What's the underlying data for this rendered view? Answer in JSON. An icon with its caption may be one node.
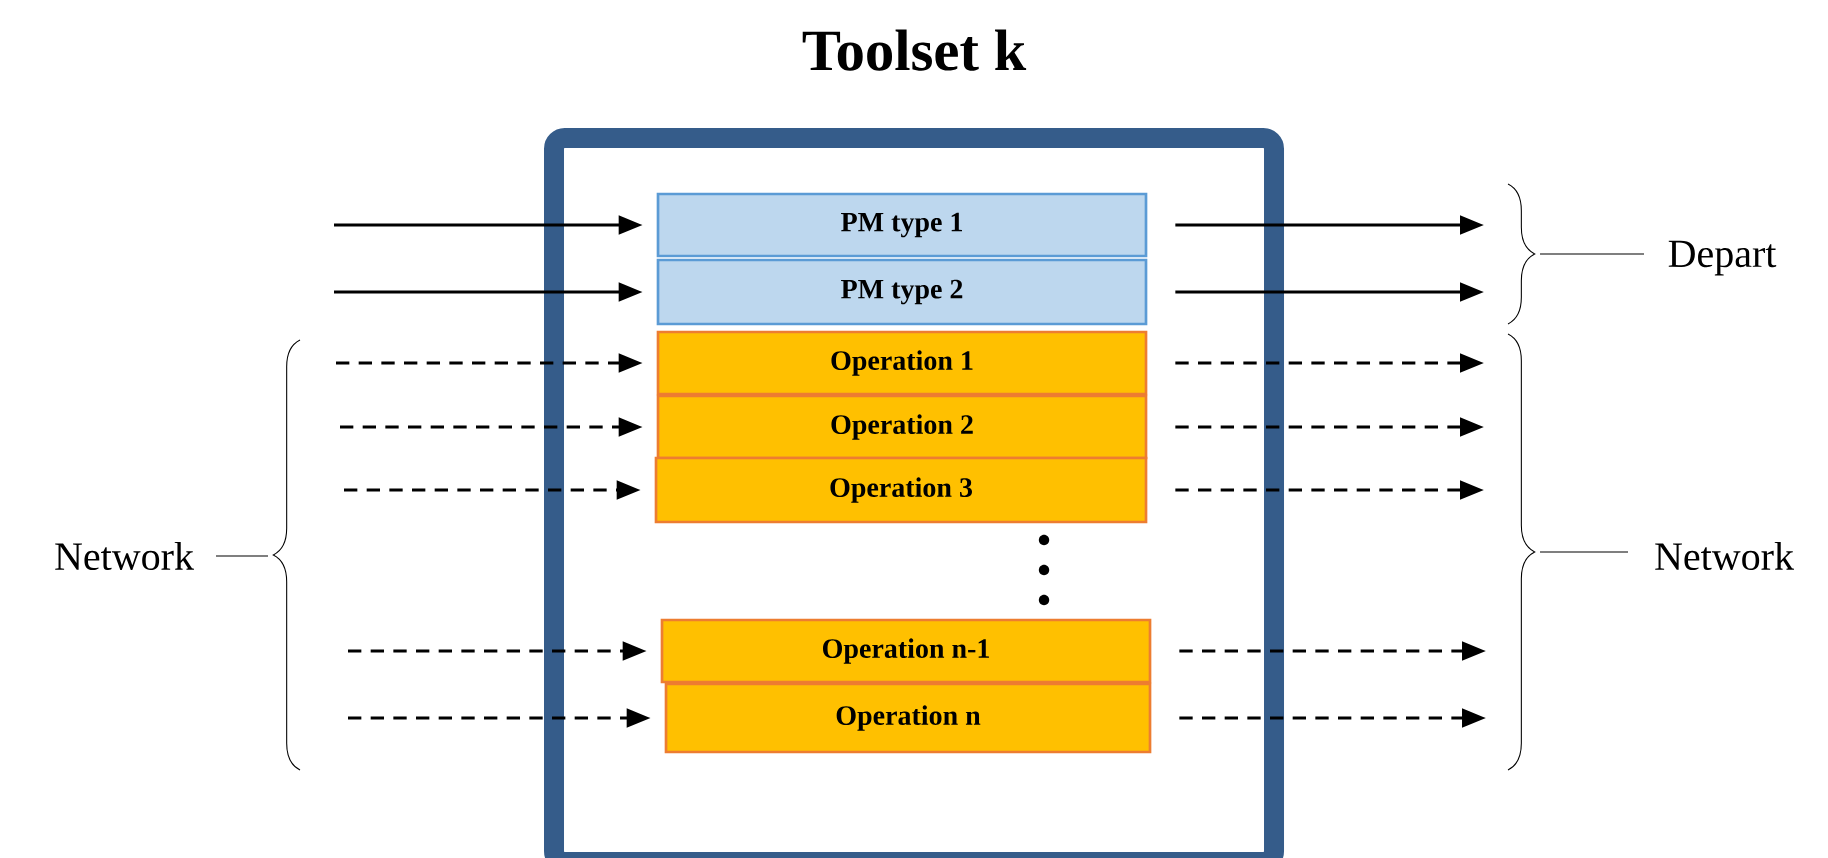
{
  "diagram": {
    "nodes": [
      {
        "text": [
          "Toolset k"
        ]
      },
      {
        "text": [
          "PM type 1"
        ],
        "in": 0
      },
      {
        "text": [
          "PM type 2"
        ],
        "in": 0
      },
      {
        "text": [
          "Operation 1"
        ],
        "in": 0
      },
      {
        "text": [
          "Operation 2"
        ],
        "in": 0
      },
      {
        "text": [
          "Operation 3"
        ],
        "in": 0
      },
      {
        "text": [
          "Operation n-1"
        ],
        "in": 0
      },
      {
        "text": [
          "Operation n"
        ],
        "in": 0
      }
    ],
    "edges": [
      {
        "from": null,
        "to": 1,
        "arrow": "to"
      },
      {
        "from": 1,
        "to": null,
        "arrow": "to"
      },
      {
        "from": null,
        "to": 2,
        "arrow": "to"
      },
      {
        "from": 2,
        "to": null,
        "arrow": "to"
      },
      {
        "from": null,
        "to": 3,
        "arrow": "to",
        "style": "dashed"
      },
      {
        "from": 3,
        "to": null,
        "arrow": "to",
        "style": "dashed"
      },
      {
        "from": null,
        "to": 4,
        "arrow": "to",
        "style": "dashed"
      },
      {
        "from": 4,
        "to": null,
        "arrow": "to",
        "style": "dashed"
      },
      {
        "from": null,
        "to": 5,
        "arrow": "to",
        "style": "dashed"
      },
      {
        "from": 5,
        "to": null,
        "arrow": "to",
        "style": "dashed"
      },
      {
        "from": null,
        "to": 6,
        "arrow": "to",
        "style": "dashed"
      },
      {
        "from": 6,
        "to": null,
        "arrow": "to",
        "style": "dashed"
      },
      {
        "from": null,
        "to": 7,
        "arrow": "to",
        "style": "dashed"
      },
      {
        "from": 7,
        "to": null,
        "arrow": "to",
        "style": "dashed"
      }
    ],
    "labels": [
      "Depart",
      "Network",
      "Network"
    ]
  }
}
